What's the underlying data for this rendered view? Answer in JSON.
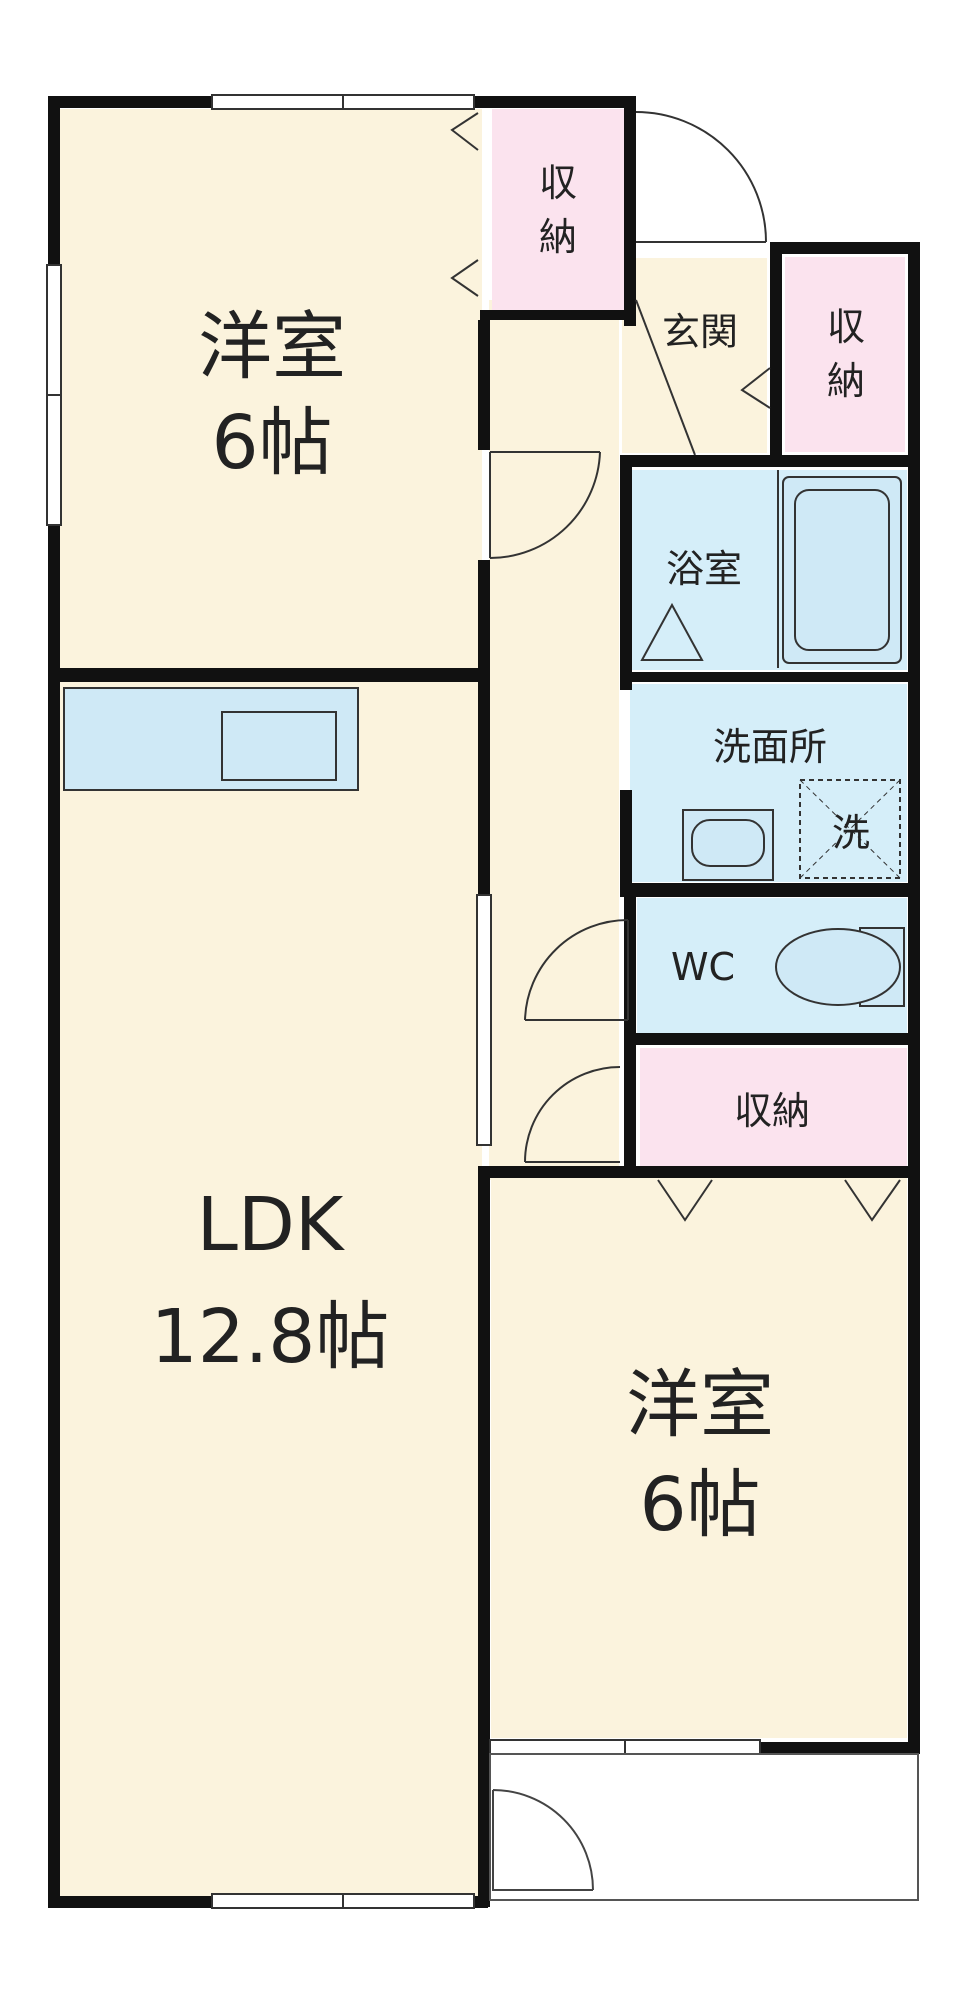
{
  "colors": {
    "wall": "#111111",
    "room_floor": "#fbf3dd",
    "storage": "#fbe3ee",
    "wet_area": "#d5eef9",
    "fixture": "#cfe9f6",
    "line": "#333333"
  },
  "rooms": {
    "western_top": {
      "name": "洋室",
      "size": "6帖"
    },
    "western_bottom": {
      "name": "洋室",
      "size": "6帖"
    },
    "ldk": {
      "name": "LDK",
      "size": "12.8帖"
    }
  },
  "closets": {
    "top_left": {
      "line1": "収",
      "line2": "納"
    },
    "top_right": {
      "line1": "収",
      "line2": "納"
    },
    "middle": {
      "label": "収納"
    }
  },
  "entrance": {
    "label": "玄関"
  },
  "bathroom": {
    "label": "浴室"
  },
  "washroom": {
    "label": "洗面所"
  },
  "washer": {
    "label": "洗"
  },
  "toilet": {
    "label": "WC"
  }
}
